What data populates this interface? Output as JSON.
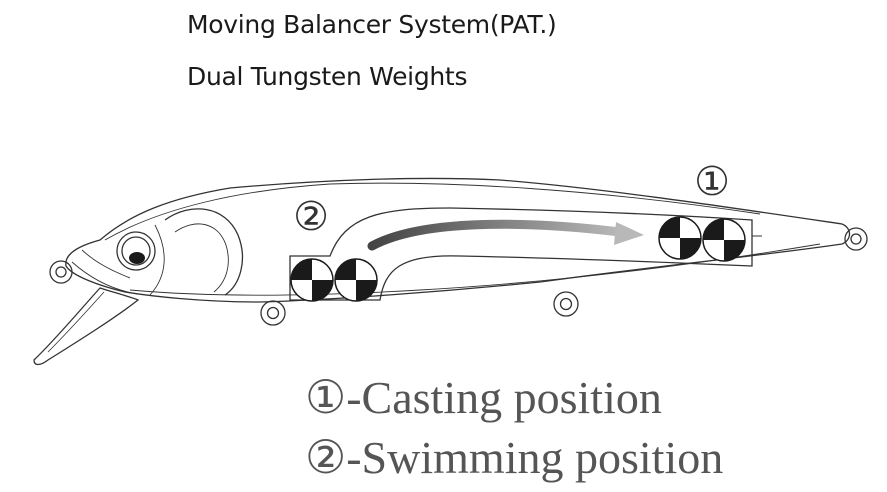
{
  "title_lines": [
    "Moving Balancer System(PAT.)",
    "Dual Tungsten Weights"
  ],
  "markers": {
    "casting": "①",
    "swimming": "②"
  },
  "legend": [
    "①-Casting position",
    "②-Swimming position"
  ],
  "colors": {
    "outline": "#333333",
    "weight_dark": "#1a1a1a",
    "arrow_start": "#444444",
    "arrow_end": "#b8b8b8",
    "legend_text": "#555555"
  }
}
